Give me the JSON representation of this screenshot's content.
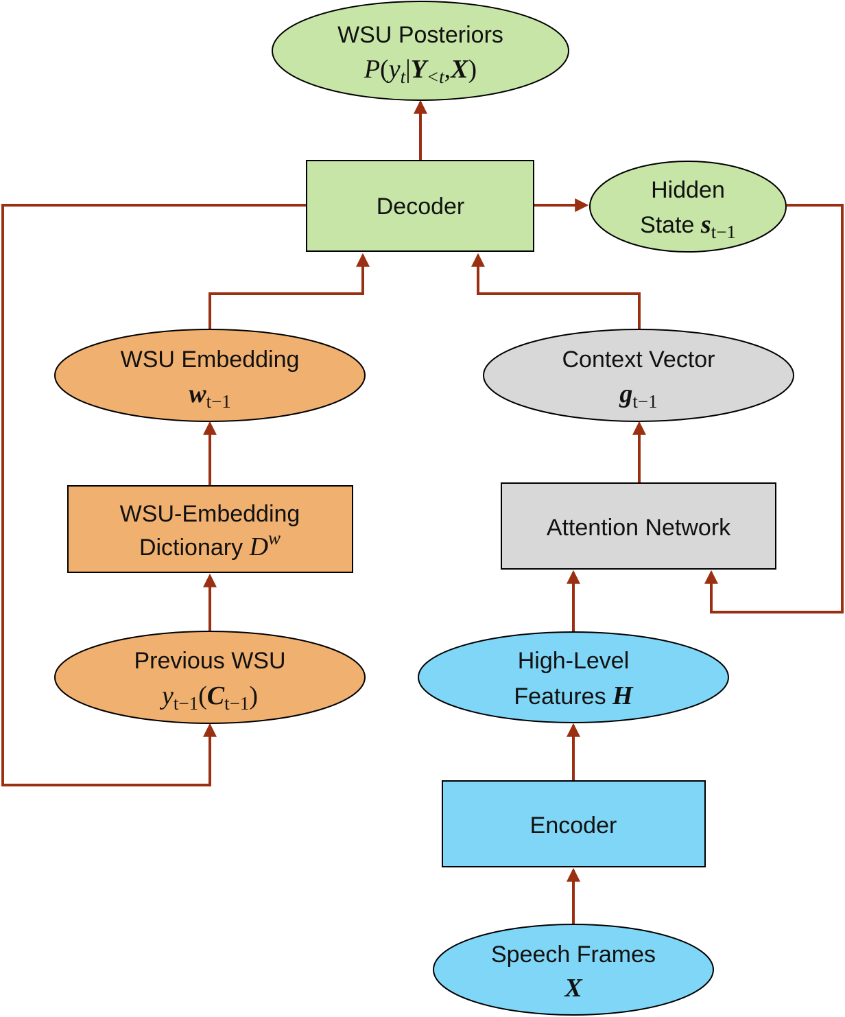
{
  "colors": {
    "arrow": "#9a2f12",
    "green": "#c6e5a6",
    "orange": "#f0b070",
    "gray": "#d8d8d8",
    "blue": "#7fd6f6",
    "stroke": "#000000"
  },
  "nodes": {
    "posteriors": {
      "title": "WSU Posteriors",
      "math": {
        "P": "P",
        "open": "(",
        "y": "y",
        "t": "t",
        "bar": "|",
        "Y": "Y",
        "lt": "<t",
        "comma": ",",
        "X": "X",
        "close": ")"
      }
    },
    "decoder": {
      "title": "Decoder"
    },
    "hidden": {
      "line1": "Hidden",
      "line2": "State",
      "math": {
        "s": "s",
        "sub": "t−1"
      }
    },
    "wsu_embedding": {
      "title": "WSU Embedding",
      "math": {
        "w": "w",
        "sub": "t−1"
      }
    },
    "context": {
      "title": "Context Vector",
      "math": {
        "g": "g",
        "sub": "t−1"
      }
    },
    "dictionary": {
      "line1": "WSU-Embedding",
      "line2": "Dictionary",
      "math": {
        "D": "D",
        "sup": "w"
      }
    },
    "attention": {
      "title": "Attention Network"
    },
    "previous": {
      "title": "Previous WSU",
      "math": {
        "y": "y",
        "sub": "t−1",
        "open": "(",
        "C": "C",
        "csub": "t−1",
        "close": ")"
      }
    },
    "high_level": {
      "line1": "High-Level",
      "line2": "Features",
      "math": {
        "H": "H"
      }
    },
    "encoder": {
      "title": "Encoder"
    },
    "speech": {
      "title": "Speech Frames",
      "math": {
        "X": "X"
      }
    }
  }
}
